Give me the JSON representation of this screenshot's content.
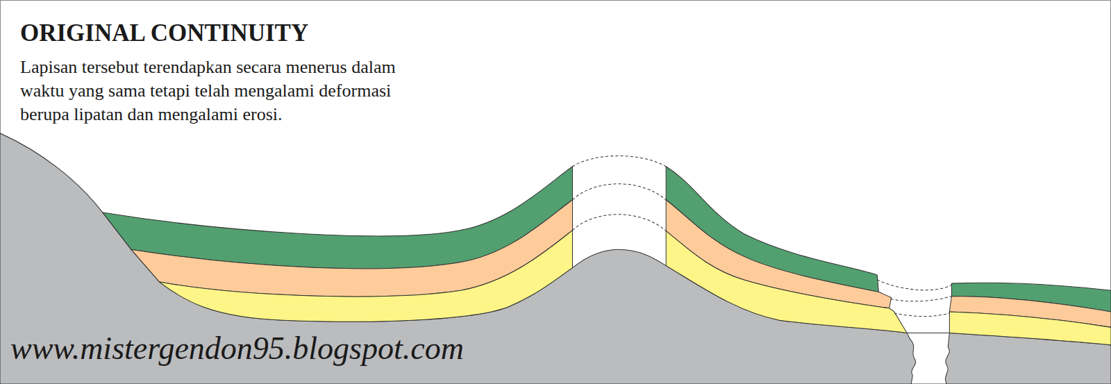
{
  "diagram": {
    "title": "ORIGINAL CONTINUITY",
    "caption": "Lapisan tersebut terendapkan secara menerus dalam waktu yang sama tetapi telah mengalami deformasi berupa lipatan dan mengalami erosi.",
    "labels": [
      "www.mistergendon95.blogspot.com"
    ]
  }
}
